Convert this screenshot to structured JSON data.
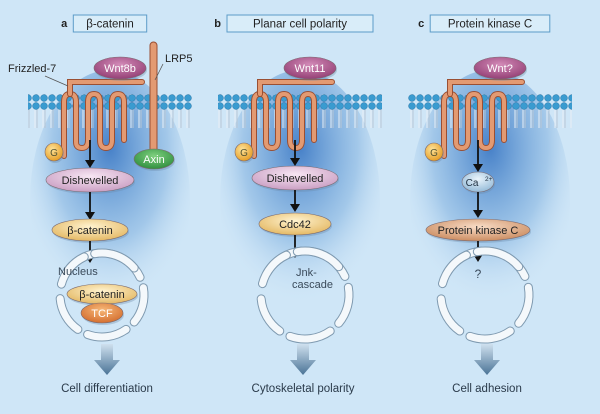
{
  "panels": [
    {
      "letter": "a",
      "title": "β-catenin",
      "ligand": "Wnt8b",
      "receptor_label": "Frizzled-7",
      "coreceptor_label": "LRP5",
      "axin": "Axin",
      "g_protein": "G",
      "steps": [
        "Dishevelled",
        "β-catenin"
      ],
      "nucleus_label": "Nucleus",
      "nuclear_items": [
        "β-catenin",
        "TCF"
      ],
      "outcome": "Cell differentiation"
    },
    {
      "letter": "b",
      "title": "Planar cell polarity",
      "ligand": "Wnt11",
      "g_protein": "G",
      "steps": [
        "Dishevelled",
        "Cdc42"
      ],
      "nuclear_text": [
        "Jnk-",
        "cascade"
      ],
      "outcome": "Cytoskeletal polarity"
    },
    {
      "letter": "c",
      "title": "Protein kinase C",
      "ligand": "Wnt?",
      "g_protein": "G",
      "ion": "Ca",
      "ion_charge": "2+",
      "steps": [
        "Protein kinase C"
      ],
      "nuclear_text": [
        "?"
      ],
      "outcome": "Cell adhesion"
    }
  ],
  "colors": {
    "background": "#cfe6f7",
    "membrane_head": "#3a9bd0",
    "receptor": "#d9815a",
    "ligand": "#b5588f",
    "dishevelled": "#e6c6e0",
    "catenin": "#f3d79a",
    "tcf": "#e58b3c",
    "axin": "#3fa14c",
    "gprotein": "#f2b33b",
    "gradient": "#2f6fc0"
  }
}
